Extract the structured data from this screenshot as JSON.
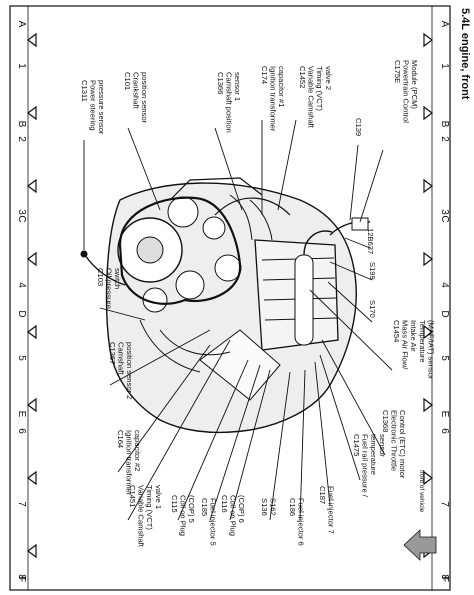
{
  "title": "5.4L engine, front",
  "grid": {
    "rows": [
      "A",
      "B",
      "C",
      "D",
      "E",
      "F"
    ],
    "cols": [
      "1",
      "2",
      "3",
      "4",
      "5",
      "6",
      "7",
      "8"
    ]
  },
  "callouts": {
    "c175e": [
      "C175E",
      "Powertrain Control",
      "Module (PCM)"
    ],
    "c139": [
      "C139"
    ],
    "c1452": [
      "C1452",
      "Variable Camshaft",
      "Timing (VCT)",
      "valve 2"
    ],
    "c174": [
      "C174",
      "Ignition transformer",
      "capacitor #1"
    ],
    "c1366": [
      "C1366",
      "Camshaft position",
      "sensor 1"
    ],
    "c101": [
      "C101",
      "Crankshaft",
      "position sensor"
    ],
    "c1311": [
      "C1311",
      "Power steering",
      "pressure sensor"
    ],
    "c103": [
      "C103",
      "Oil pressure",
      "switch"
    ],
    "c1367": [
      "C1367",
      "Camshaft",
      "position sensor 2"
    ],
    "c164": [
      "C164",
      "Ignition transformer",
      "capacitor #2"
    ],
    "c1451": [
      "C1451",
      "Variable Camshaft",
      "Timing (VCT)",
      "valve 1"
    ],
    "c115": [
      "C115",
      "Coil on Plug",
      "(COP) 5"
    ],
    "c185": [
      "C185",
      "Fuel injector 5"
    ],
    "c116": [
      "C116",
      "Coil on Plug",
      "(COP) 6"
    ],
    "c162": [
      "S136",
      "S162"
    ],
    "c186": [
      "C186",
      "Fuel injector 6"
    ],
    "c187": [
      "C187",
      "Fuel injector 7"
    ],
    "c1475": [
      "C1475",
      "Fuel rail pressure /",
      "temperature",
      "sensor"
    ],
    "c1368": [
      "C1368",
      "Electronic Throttle",
      "Control (ETC) motor"
    ],
    "c1454": [
      "C1454",
      "Mass Air Flow/",
      "Intake Air",
      "Temperature",
      "(MAF/IAT) sensor"
    ],
    "s170": [
      "S170"
    ],
    "s199": [
      "S199"
    ],
    "s12b637": [
      "12B637"
    ],
    "front": [
      "front of vehicle"
    ]
  }
}
